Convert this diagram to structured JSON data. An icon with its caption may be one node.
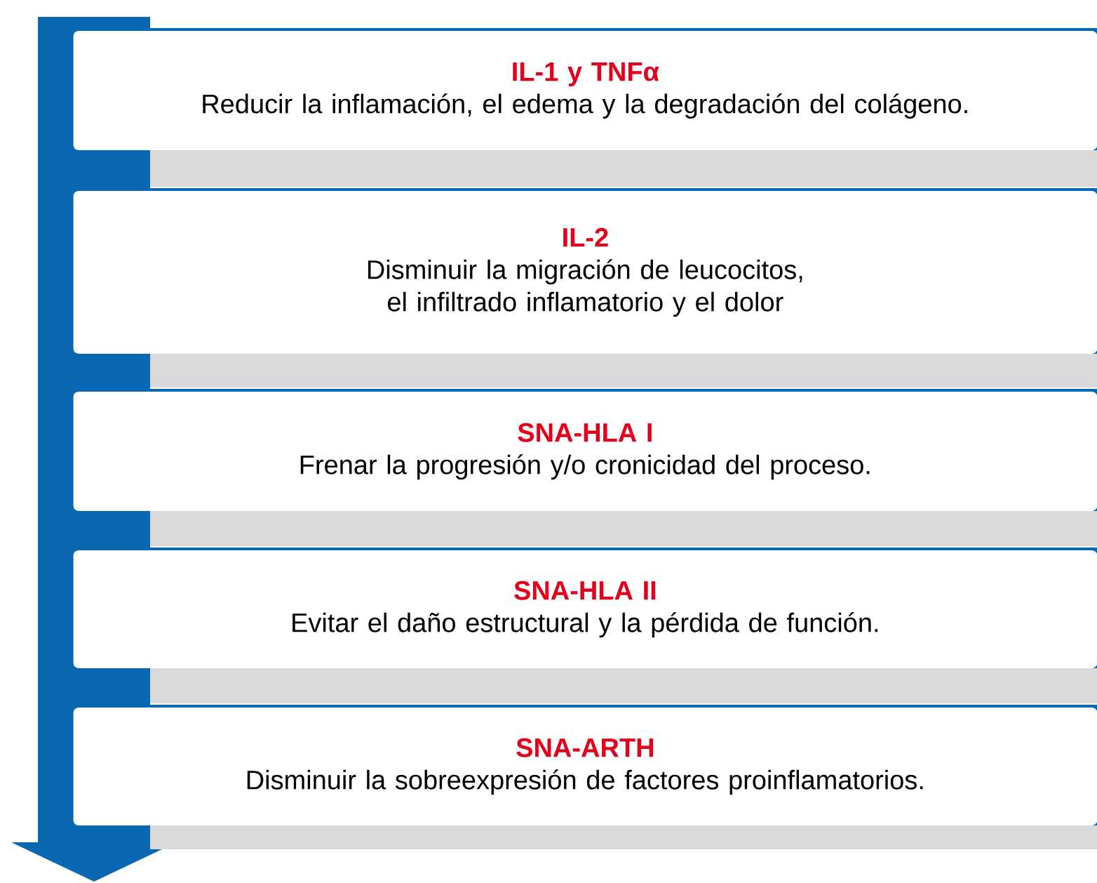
{
  "diagram": {
    "nodes": [
      {
        "text": [
          "IL-1 y TNFα",
          "Reducir la inflamación, el edema y la degradación del colágeno."
        ]
      },
      {
        "text": [
          "IL-2",
          "Disminuir la migración de leucocitos, el infiltrado inflamatorio y el dolor"
        ]
      },
      {
        "text": [
          "SNA-HLA I",
          "Frenar la progresión y/o cronicidad del proceso."
        ]
      },
      {
        "text": [
          "SNA-HLA II",
          "Evitar el daño estructural y la pérdida de función."
        ]
      },
      {
        "text": [
          "SNA-ARTH",
          "Disminuir la sobreexpresión de factores proinflamatorios."
        ]
      }
    ]
  }
}
